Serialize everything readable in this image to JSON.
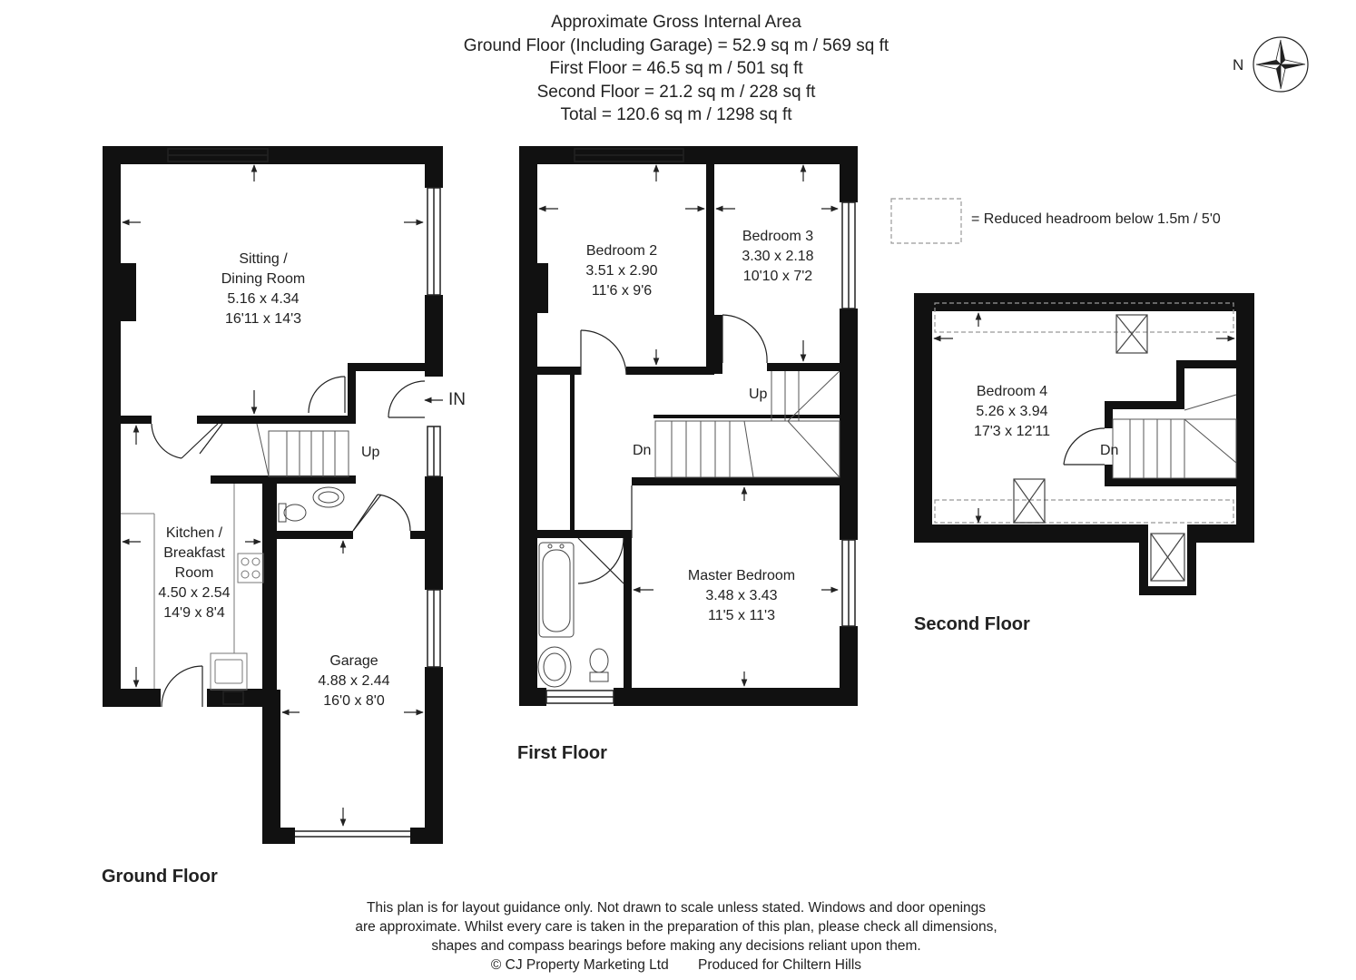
{
  "header": {
    "line1": "Approximate Gross Internal Area",
    "line2": "Ground Floor (Including Garage) = 52.9 sq m / 569 sq ft",
    "line3": "First Floor = 46.5 sq m / 501 sq ft",
    "line4": "Second Floor = 21.2 sq m / 228 sq ft",
    "line5": "Total = 120.6 sq m / 1298 sq ft"
  },
  "compass": {
    "label": "N",
    "icon": "compass-rose-icon"
  },
  "legend": {
    "text": "= Reduced headroom below 1.5m / 5'0"
  },
  "ground_floor": {
    "title": "Ground Floor",
    "entrance": "IN",
    "stairs_label": "Up",
    "rooms": [
      {
        "name": "Sitting /",
        "name2": "Dining Room",
        "metric": "5.16 x 4.34",
        "imperial": "16'11 x 14'3"
      },
      {
        "name": "Kitchen /",
        "name2": "Breakfast",
        "name3": "Room",
        "metric": "4.50 x 2.54",
        "imperial": "14'9 x 8'4"
      },
      {
        "name": "Garage",
        "metric": "4.88 x 2.44",
        "imperial": "16'0 x 8'0"
      }
    ]
  },
  "first_floor": {
    "title": "First Floor",
    "stairs_up": "Up",
    "stairs_down": "Dn",
    "rooms": [
      {
        "name": "Bedroom 2",
        "metric": "3.51 x 2.90",
        "imperial": "11'6 x 9'6"
      },
      {
        "name": "Bedroom 3",
        "metric": "3.30 x 2.18",
        "imperial": "10'10 x 7'2"
      },
      {
        "name": "Master Bedroom",
        "metric": "3.48 x 3.43",
        "imperial": "11'5 x 11'3"
      }
    ]
  },
  "second_floor": {
    "title": "Second Floor",
    "stairs_down": "Dn",
    "rooms": [
      {
        "name": "Bedroom 4",
        "metric": "5.26 x 3.94",
        "imperial": "17'3 x 12'11"
      }
    ]
  },
  "footer": {
    "line1": "This plan is for layout guidance only. Not drawn to scale unless stated. Windows and door openings",
    "line2": "are approximate. Whilst every care is taken in the preparation of this plan, please check all dimensions,",
    "line3": "shapes and compass bearings before making any decisions reliant upon them.",
    "copyright": "© CJ Property Marketing Ltd",
    "produced": "Produced for Chiltern Hills"
  }
}
